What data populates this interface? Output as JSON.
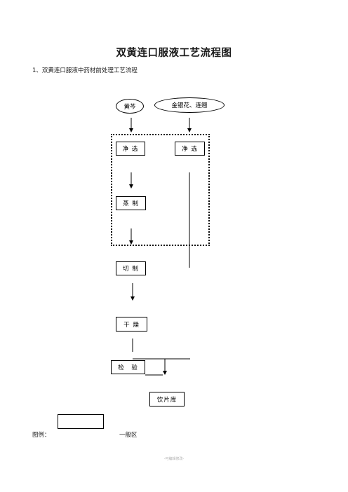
{
  "document": {
    "title": "双黄连口服液工艺流程图",
    "section_heading": "1、双黄连口服液中药材前处理工艺流程"
  },
  "flowchart": {
    "inputs": {
      "huangqin": "黄芩",
      "jinyinhua_lianqiao": "金银花、连翘"
    },
    "steps": {
      "jingxuan_left": "净 选",
      "jingxuan_right": "净 选",
      "zhengzhi": "蒸 制",
      "qiezhi": "切 制",
      "ganzao": "干 燥",
      "jianyan": "检　验",
      "yinpianku": "饮片库"
    }
  },
  "legend": {
    "label": "图例：",
    "general_area": "一般区"
  },
  "footer": {
    "note": "-可编辑修改-"
  }
}
